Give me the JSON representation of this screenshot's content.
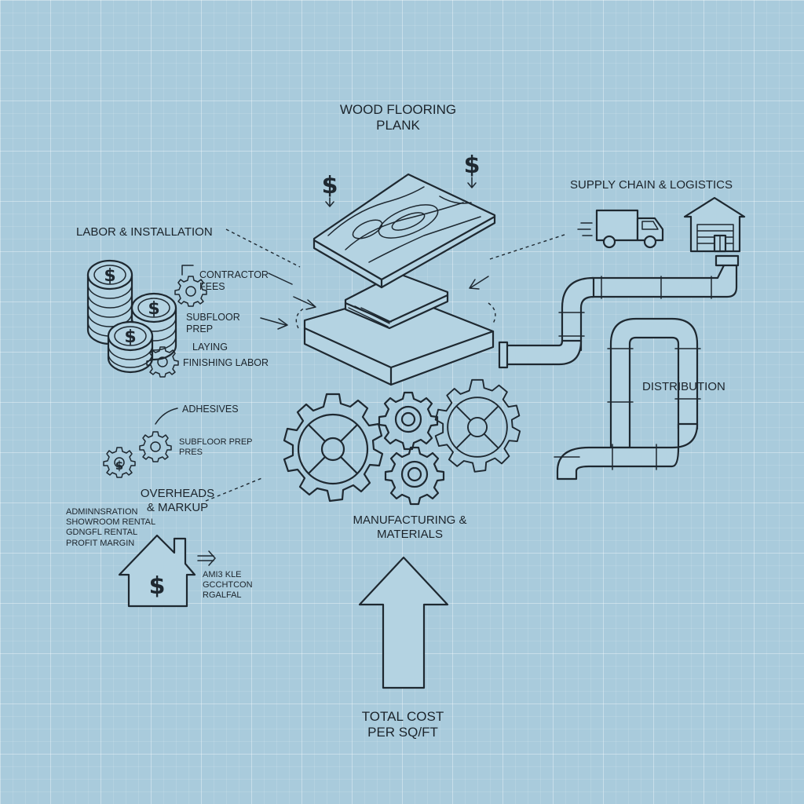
{
  "labels": {
    "plank": "WOOD FLOORING\nPLANK",
    "supply": "SUPPLY CHAIN & LOGISTICS",
    "labor": "LABOR & INSTALLATION",
    "contractor": "CONTRACTOR\nFEES",
    "subfloor": "SUBFLOOR\nPREP",
    "laying": "LAYING",
    "finishing": "FINISHING LABOR",
    "distribution": "DISTRIBUTION",
    "adhesives": "ADHESIVES",
    "subfloor2": "SUBFLOOR PREP\nPRES",
    "overheads": "OVERHEADS\n& MARKUP",
    "overheads_items": "ADMINNSRATION\nSHOWROOM RENTAL\nGDNGFL RENTAL\nPROFIT MARGIN",
    "overheads_misc": "AMI3 KLE\nGCCHTCON\nRGALFAL",
    "manufacturing": "MANUFACTURING &\nMATERIALS",
    "total": "TOTAL COST\nPER SQ/FT"
  },
  "symbols": {
    "currency": "$"
  },
  "icons": [
    "dollar-sign-icon",
    "coin-stack-icon",
    "gear-icon",
    "truck-icon",
    "warehouse-icon",
    "pipe-icon",
    "house-icon",
    "arrow-up-icon"
  ],
  "colors": {
    "background": "#a9cbdc",
    "ink": "#1e2830"
  }
}
